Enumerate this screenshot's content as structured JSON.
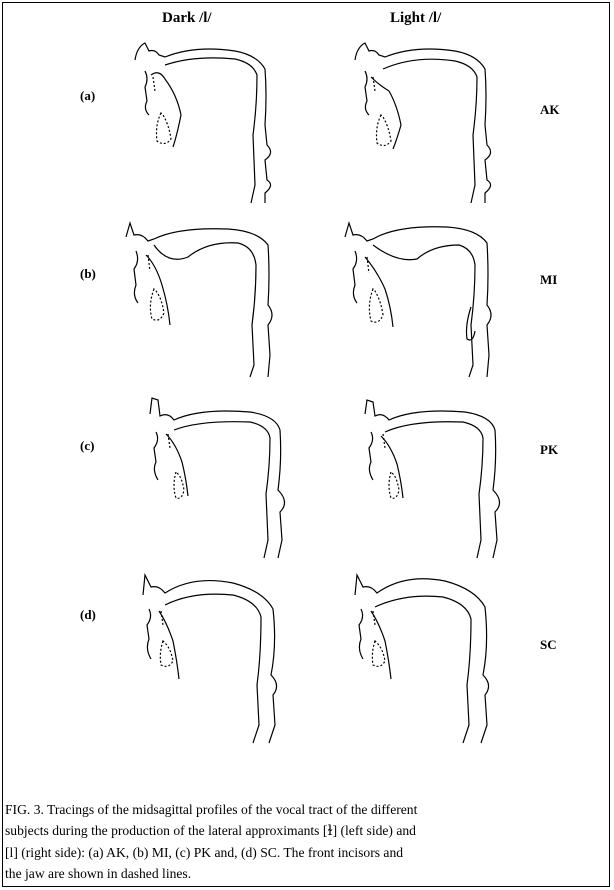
{
  "figure": {
    "column_headers": [
      "Dark /l/",
      "Light /l/"
    ],
    "rows": [
      {
        "label": "(a)",
        "subject": "AK"
      },
      {
        "label": "(b)",
        "subject": "MI"
      },
      {
        "label": "(c)",
        "subject": "PK"
      },
      {
        "label": "(d)",
        "subject": "SC"
      }
    ],
    "caption": {
      "line1": "FIG. 3. Tracings of the midsagittal profiles of the vocal tract of the different",
      "line2a": "subjects during the production of the lateral approximants [",
      "dark_symbol": "ɫ",
      "line2b": "] (left side) and",
      "line3a": "[",
      "light_symbol": "l",
      "line3b": "] (right side): (a) AK, (b) MI, (c) PK and, (d) SC. The front incisors and",
      "line4": "the jaw are shown in dashed lines."
    }
  }
}
